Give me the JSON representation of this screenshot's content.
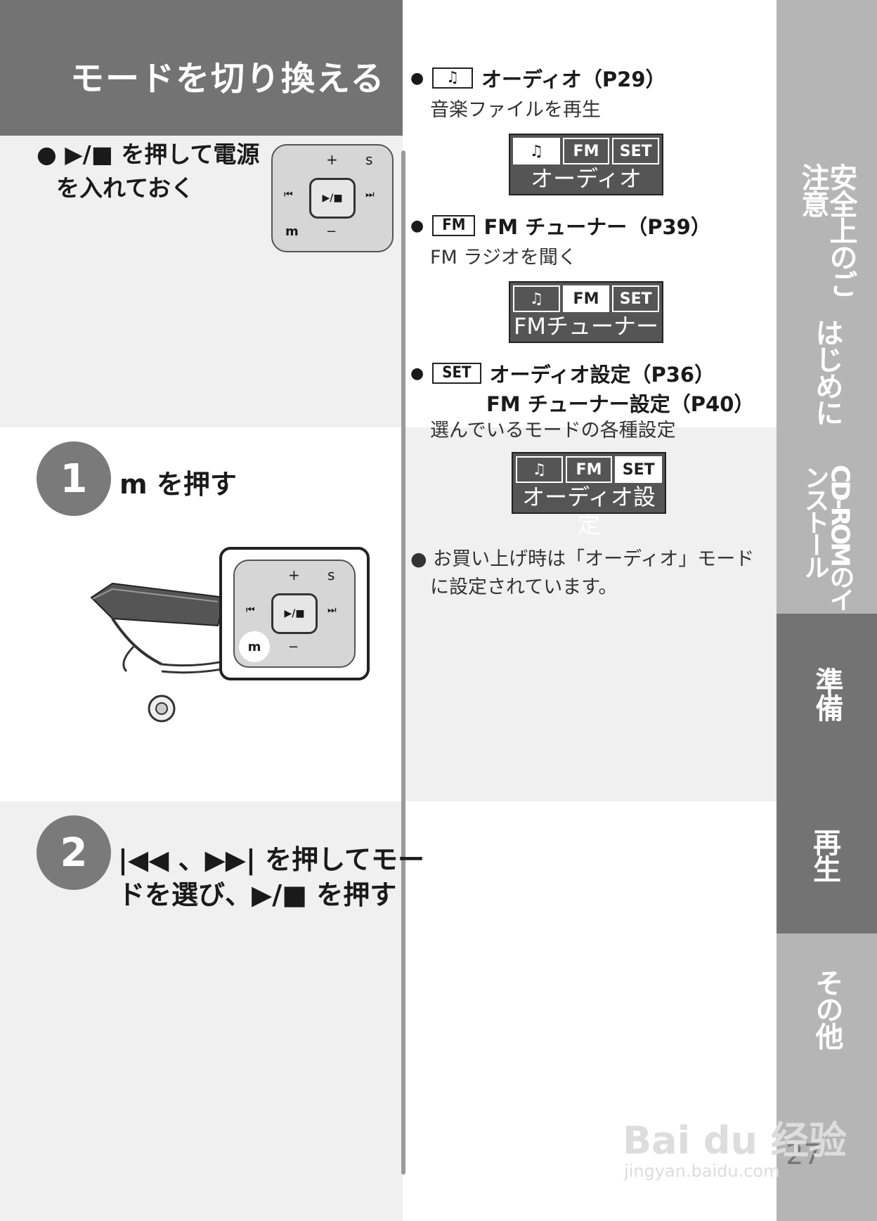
{
  "left": {
    "title": "モードを切り換える",
    "intro_bullet_line1": "● ▶/■ を押して電源",
    "intro_bullet_line2": "を入れておく",
    "step1_number": "1",
    "step1_text": "m を押す",
    "step2_number": "2",
    "step2_line1": "|◀◀ 、▶▶| を押してモー",
    "step2_line2": "ドを選び、▶/■ を押す"
  },
  "controls": {
    "plus": "+",
    "s": "s",
    "prev": "⏮",
    "next": "⏭",
    "play": "▶/■",
    "m": "m",
    "minus": "−"
  },
  "middle": {
    "bullet": "●",
    "audio_icon": "♫",
    "audio_head": "オーディオ（P29）",
    "audio_sub": "音楽ファイルを再生",
    "fm_box": "FM",
    "fm_head": "FM チューナー（P39）",
    "fm_sub": "FM ラジオを聞く",
    "set_box": "SET",
    "set_head1": "オーディオ設定（P36）",
    "set_head2": "FM チューナー設定（P40）",
    "set_sub": "選んでいるモードの各種設定",
    "note_line1": "● お買い上げ時は「オーディオ」モード",
    "note_line2": "に設定されています。"
  },
  "lcd_screens": [
    {
      "tabs": [
        "♫",
        "FM",
        "SET"
      ],
      "selected": 0,
      "label": "オーディオ"
    },
    {
      "tabs": [
        "♫",
        "FM",
        "SET"
      ],
      "selected": 1,
      "label": "FMチューナー"
    },
    {
      "tabs": [
        "♫",
        "FM",
        "SET"
      ],
      "selected": 2,
      "label": "オーディオ設定"
    }
  ],
  "tabs": {
    "tab1": "安全上のご注意",
    "tab2": "はじめに",
    "tab3": "CD-ROMのインストール",
    "tab4": "準備",
    "tab5": "再生",
    "tab6": "その他"
  },
  "page_number": "27",
  "watermark": {
    "main": "Bai du 经验",
    "sub": "jingyan.baidu.com"
  }
}
